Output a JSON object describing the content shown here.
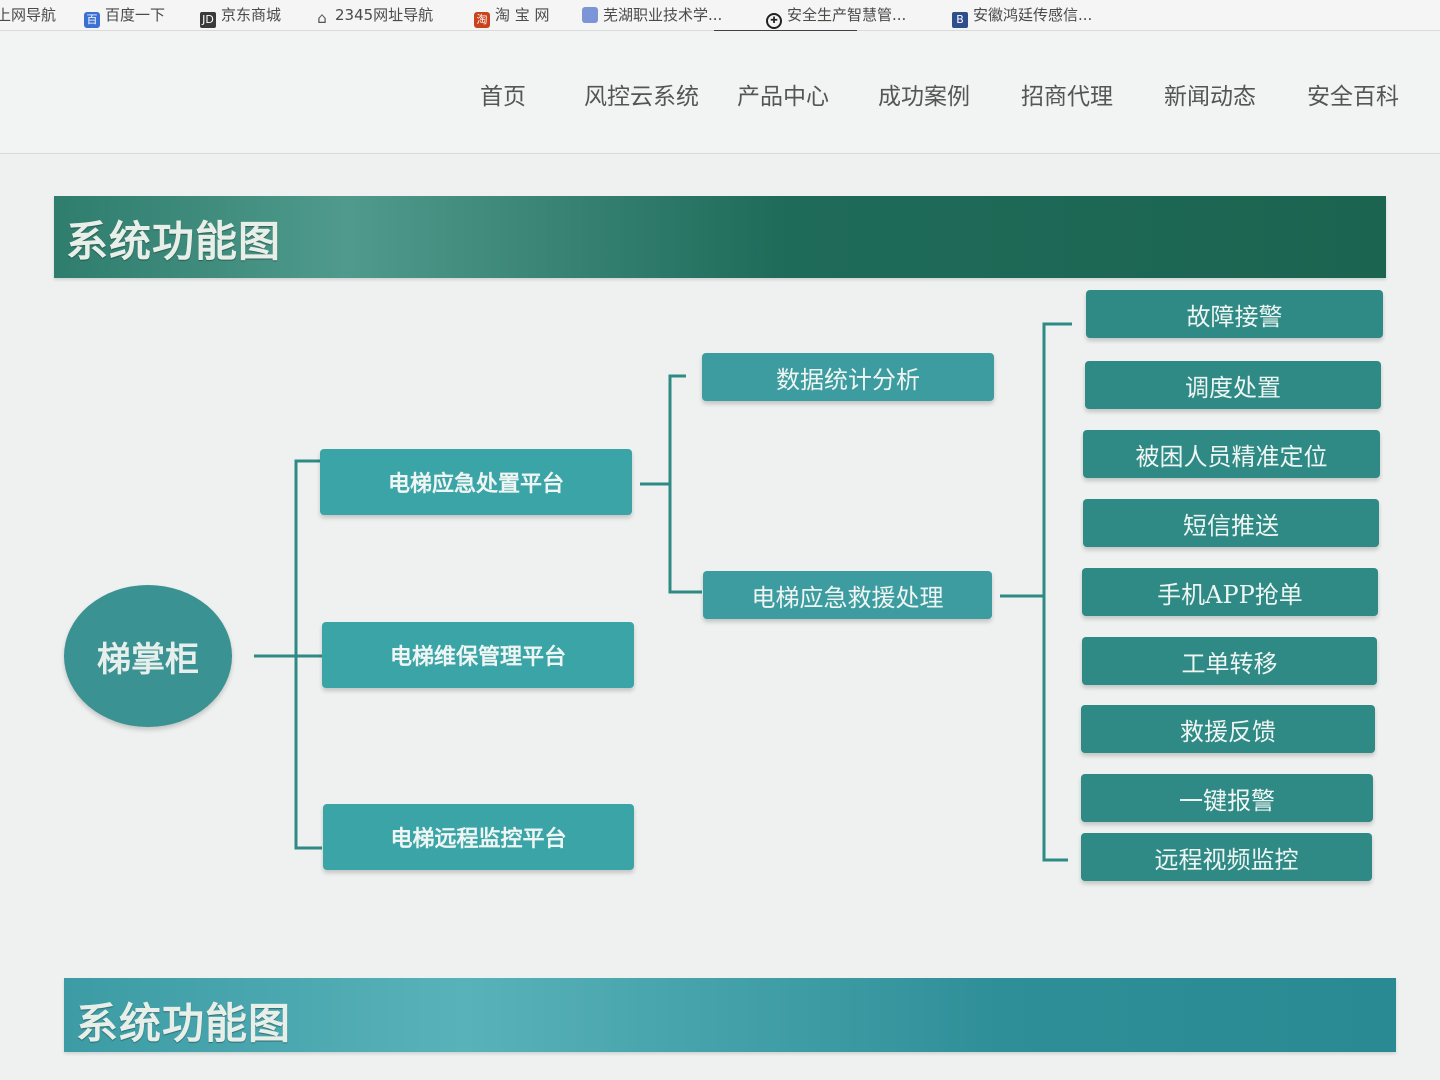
{
  "bookmarks": [
    {
      "label": "上网导航",
      "icon": "none"
    },
    {
      "label": "百度一下",
      "icon": "baidu-icon"
    },
    {
      "label": "京东商城",
      "icon": "jd-icon"
    },
    {
      "label": "2345网址导航",
      "icon": "house-icon"
    },
    {
      "label": "淘 宝 网",
      "icon": "taobao-icon"
    },
    {
      "label": "芜湖职业技术学...",
      "icon": "school-icon"
    },
    {
      "label": "安全生产智慧管...",
      "icon": "safety-icon"
    },
    {
      "label": "安徽鸿廷传感信...",
      "icon": "anhui-icon"
    }
  ],
  "nav": [
    "首页",
    "风控云系统",
    "产品中心",
    "成功案例",
    "招商代理",
    "新闻动态",
    "安全百科"
  ],
  "section_title": "系统功能图",
  "section_title_2": "系统功能图",
  "diagram": {
    "root": "梯掌柜",
    "platforms": [
      "电梯应急处置平台",
      "电梯维保管理平台",
      "电梯远程监控平台"
    ],
    "mid": [
      "数据统计分析",
      "电梯应急救援处理"
    ],
    "leaves": [
      "故障接警",
      "调度处置",
      "被困人员精准定位",
      "短信推送",
      "手机APP抢单",
      "工单转移",
      "救援反馈",
      "一键报警",
      "远程视频监控"
    ]
  },
  "colors": {
    "banner": "#1f6b5a",
    "node": "#3aa4a7",
    "leaf": "#2f8a85",
    "connector": "#2f8a85"
  }
}
